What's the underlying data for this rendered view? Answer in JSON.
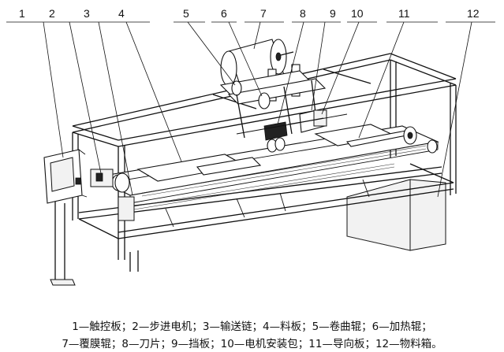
{
  "callouts": [
    {
      "num": "1",
      "label": "触控板"
    },
    {
      "num": "2",
      "label": "步进电机"
    },
    {
      "num": "3",
      "label": "输送链"
    },
    {
      "num": "4",
      "label": "料板"
    },
    {
      "num": "5",
      "label": "卷曲辊"
    },
    {
      "num": "6",
      "label": "加热辊"
    },
    {
      "num": "7",
      "label": "覆膜辊"
    },
    {
      "num": "8",
      "label": "刀片"
    },
    {
      "num": "9",
      "label": "挡板"
    },
    {
      "num": "10",
      "label": "电机安装包"
    },
    {
      "num": "11",
      "label": "导向板"
    },
    {
      "num": "12",
      "label": "物料箱"
    }
  ],
  "caption": {
    "line1": "1—触控板；2—步进电机；3—输送链；4—料板；5—卷曲辊；6—加热辊；",
    "line2": "7—覆膜辊；8—刀片；9—挡板；10—电机安装包；11—导向板；12—物料箱。"
  }
}
